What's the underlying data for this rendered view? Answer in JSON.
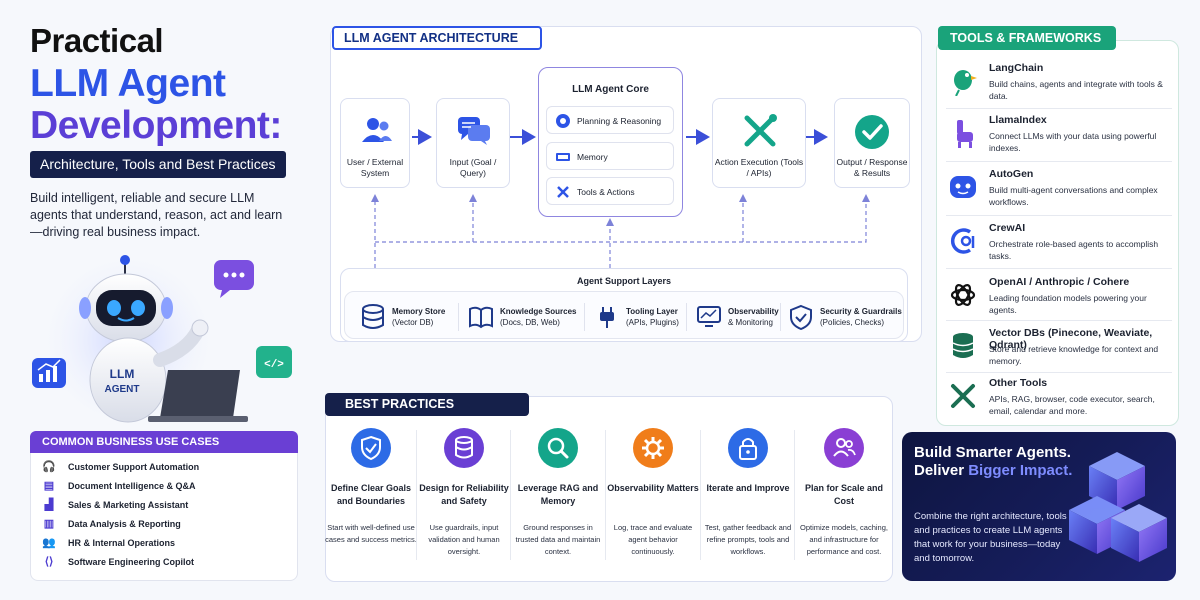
{
  "hero": {
    "title_line1": "Practical",
    "title_line2": "LLM Agent",
    "title_line3": "Development:",
    "subtitle": "Architecture, Tools and Best Practices",
    "description": "Build intelligent, reliable and secure LLM agents that understand, reason, act and learn—driving real business impact.",
    "robot_label_1": "LLM",
    "robot_label_2": "AGENT",
    "code_icon_text": "</>"
  },
  "use_cases": {
    "title": "COMMON BUSINESS USE CASES",
    "items": [
      {
        "label": "Customer Support Automation",
        "icon": "headset-icon"
      },
      {
        "label": "Document Intelligence & Q&A",
        "icon": "document-icon"
      },
      {
        "label": "Sales & Marketing Assistant",
        "icon": "chart-icon"
      },
      {
        "label": "Data Analysis & Reporting",
        "icon": "bar-chart-icon"
      },
      {
        "label": "HR & Internal Operations",
        "icon": "people-icon"
      },
      {
        "label": "Software Engineering Copilot",
        "icon": "code-icon"
      }
    ]
  },
  "architecture": {
    "title": "LLM AGENT ARCHITECTURE",
    "nodes": {
      "user": "User / External System",
      "input": "Input (Goal / Query)",
      "action": "Action Execution (Tools / APIs)",
      "output": "Output / Response & Results"
    },
    "core": {
      "title": "LLM Agent Core",
      "items": [
        "Planning & Reasoning",
        "Memory",
        "Tools & Actions"
      ]
    },
    "support": {
      "title": "Agent Support Layers",
      "layers": [
        {
          "name": "Memory Store",
          "detail": "(Vector DB)"
        },
        {
          "name": "Knowledge Sources",
          "detail": "(Docs, DB, Web)"
        },
        {
          "name": "Tooling Layer",
          "detail": "(APIs, Plugins)"
        },
        {
          "name": "Observability",
          "detail": "& Monitoring"
        },
        {
          "name": "Security & Guardrails",
          "detail": "(Policies, Checks)"
        }
      ]
    }
  },
  "tools": {
    "title": "TOOLS & FRAMEWORKS",
    "items": [
      {
        "name": "LangChain",
        "desc": "Build chains, agents and integrate with tools & data.",
        "icon": "parrot-icon"
      },
      {
        "name": "LlamaIndex",
        "desc": "Connect LLMs with your data using powerful indexes.",
        "icon": "llama-icon"
      },
      {
        "name": "AutoGen",
        "desc": "Build multi-agent conversations and complex workflows.",
        "icon": "bot-icon"
      },
      {
        "name": "CrewAI",
        "desc": "Orchestrate role-based agents to accomplish tasks.",
        "icon": "crewai-icon"
      },
      {
        "name": "OpenAI / Anthropic / Cohere",
        "desc": "Leading foundation models powering your agents.",
        "icon": "openai-icon"
      },
      {
        "name": "Vector DBs (Pinecone, Weaviate, Qdrant)",
        "desc": "Store and retrieve knowledge for context and memory.",
        "icon": "database-icon"
      },
      {
        "name": "Other Tools",
        "desc": "APIs, RAG, browser, code executor, search, email, calendar and more.",
        "icon": "tools-icon"
      }
    ]
  },
  "best_practices": {
    "title": "BEST PRACTICES",
    "items": [
      {
        "title": "Define Clear Goals and Boundaries",
        "desc": "Start with well-defined use cases and success metrics.",
        "color": "#2d6be6"
      },
      {
        "title": "Design for Reliability and Safety",
        "desc": "Use guardrails, input validation and human oversight.",
        "color": "#6a3fd4"
      },
      {
        "title": "Leverage RAG and Memory",
        "desc": "Ground responses in trusted data and maintain context.",
        "color": "#14a58a"
      },
      {
        "title": "Observability Matters",
        "desc": "Log, trace and evaluate agent behavior continuously.",
        "color": "#f07d1a"
      },
      {
        "title": "Iterate and Improve",
        "desc": "Test, gather feedback and refine prompts, tools and workflows.",
        "color": "#2d6be6"
      },
      {
        "title": "Plan for Scale and Cost",
        "desc": "Optimize models, caching, and infrastructure for performance and cost.",
        "color": "#8a3fd4"
      }
    ]
  },
  "cta": {
    "line1": "Build Smarter Agents.",
    "line2_plain": "Deliver ",
    "line2_accent": "Bigger Impact.",
    "body": "Combine the right architecture, tools and practices to create LLM agents that work for your business—today and tomorrow."
  },
  "colors": {
    "primary_blue": "#2d54e6",
    "purple": "#6a3fd4",
    "navy": "#15204a",
    "green": "#1aa37a"
  }
}
